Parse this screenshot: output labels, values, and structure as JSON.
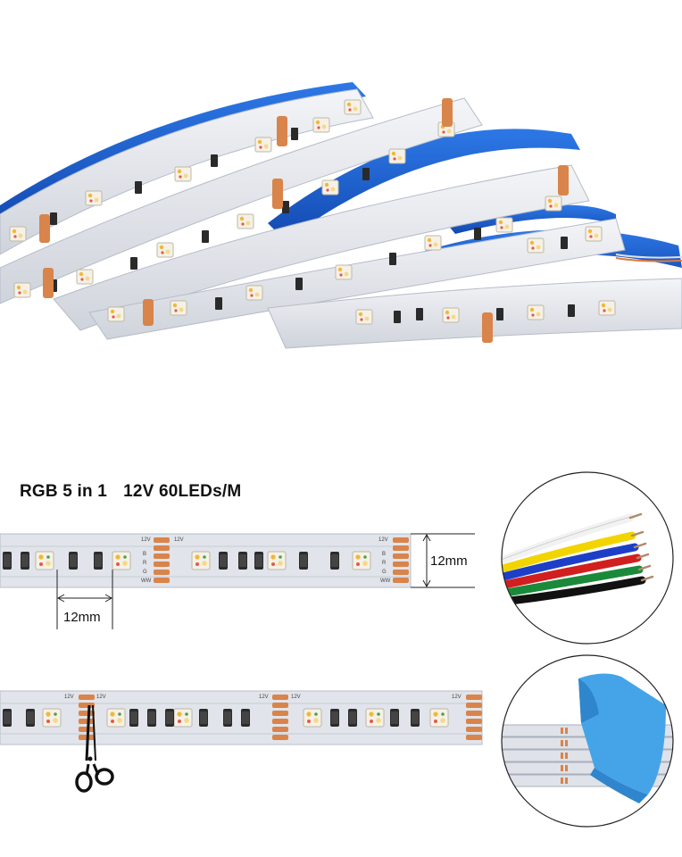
{
  "product": {
    "spec_type": "RGB 5 in 1",
    "spec_voltage_density": "12V 60LEDs/M",
    "strip_width": "12mm",
    "led_pitch": "12mm",
    "pad_voltage": "12V",
    "pad_letters": [
      "B",
      "R",
      "G",
      "WW"
    ]
  },
  "colors": {
    "tape_blue": "#1e5fd0",
    "strip_pcb": "#dfe2e8",
    "copper_pad": "#d9844a",
    "wires": [
      "#ffffff",
      "#f2d500",
      "#1d3fc7",
      "#d11f1f",
      "#1a8a3a",
      "#111111"
    ]
  }
}
